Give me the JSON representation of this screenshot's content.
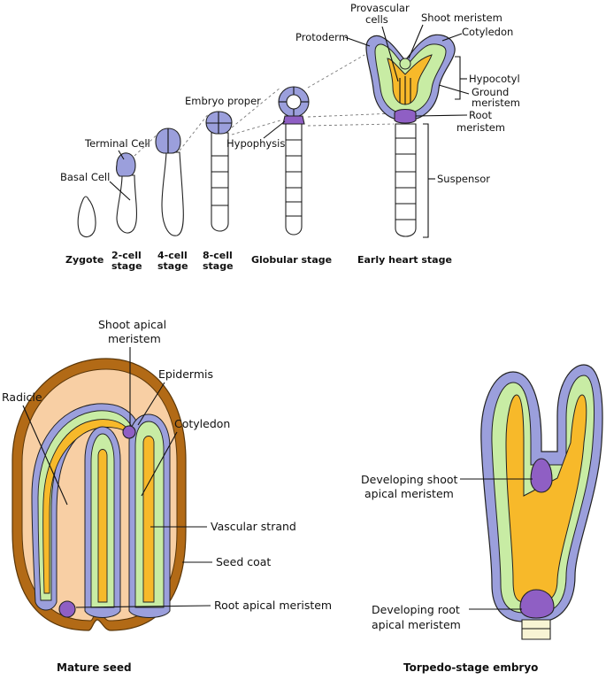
{
  "top_row": {
    "stage_labels": {
      "zygote": "Zygote",
      "two_cell": [
        "2-cell",
        "stage"
      ],
      "four_cell": [
        "4-cell",
        "stage"
      ],
      "eight_cell": [
        "8-cell",
        "stage"
      ],
      "globular": "Globular stage",
      "early_heart": "Early heart stage"
    },
    "labels": {
      "basal_cell": "Basal Cell",
      "terminal_cell": "Terminal Cell",
      "embryo_proper": "Embryo proper",
      "hypophysis": "Hypophysis",
      "protoderm": "Protoderm",
      "provascular_cells": [
        "Provascular",
        "cells"
      ],
      "shoot_meristem": "Shoot meristem",
      "cotyledon": "Cotyledon",
      "hypocotyl": "Hypocotyl",
      "ground_meristem": [
        "Ground",
        "meristem"
      ],
      "root_meristem": [
        "Root",
        "meristem"
      ],
      "suspensor": "Suspensor"
    }
  },
  "mature_seed": {
    "title": "Mature seed",
    "labels": {
      "shoot_apical_meristem": [
        "Shoot apical",
        "meristem"
      ],
      "epidermis": "Epidermis",
      "radicle": "Radicle",
      "cotyledon": "Cotyledon",
      "vascular_strand": "Vascular strand",
      "seed_coat": "Seed coat",
      "root_apical_meristem": "Root apical meristem"
    }
  },
  "torpedo_embryo": {
    "title": "Torpedo-stage embryo",
    "labels": {
      "developing_shoot": [
        "Developing shoot",
        "apical meristem"
      ],
      "developing_root": [
        "Developing root",
        "apical meristem"
      ]
    }
  },
  "colors": {
    "protoderm_blue": "#9b9fdc",
    "meristem_purple": "#8f5fc4",
    "ground_green": "#c8eca4",
    "vascular_orange": "#f7b92a",
    "seed_coat_brown": "#b26a16",
    "endosperm_peach": "#f8cfa4",
    "suspensor_cream": "#f8f4d4"
  }
}
